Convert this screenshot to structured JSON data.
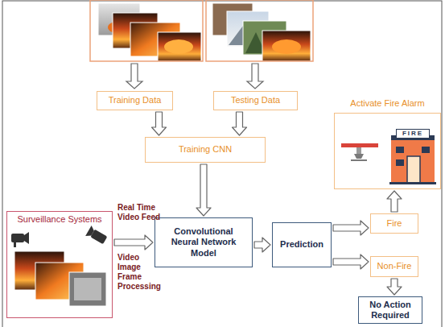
{
  "diagram": {
    "nodes": [
      {
        "text": [
          "Training Data"
        ]
      },
      {
        "text": [
          "Testing Data"
        ]
      },
      {
        "text": [
          "Training CNN"
        ]
      },
      {
        "text": [
          "Surveillance Systems"
        ]
      },
      {
        "text": [
          "Convolutional Neural Network Model"
        ]
      },
      {
        "text": [
          "Prediction"
        ]
      },
      {
        "text": [
          "Activate Fire Alarm"
        ]
      },
      {
        "text": [
          "Fire"
        ]
      },
      {
        "text": [
          "Non-Fire"
        ]
      },
      {
        "text": [
          "No Action Required"
        ]
      }
    ],
    "edges": [
      {
        "from": 0,
        "to": 2,
        "arrow": "to"
      },
      {
        "from": 1,
        "to": 2,
        "arrow": "to"
      },
      {
        "from": 2,
        "to": 4,
        "arrow": "to"
      },
      {
        "from": 3,
        "to": 4,
        "arrow": "to"
      },
      {
        "from": 4,
        "to": 5,
        "arrow": "to"
      },
      {
        "from": 5,
        "to": 7,
        "arrow": "to"
      },
      {
        "from": 5,
        "to": 8,
        "arrow": "to"
      },
      {
        "from": 7,
        "to": 6,
        "arrow": "to"
      },
      {
        "from": 8,
        "to": 9,
        "arrow": "to"
      }
    ],
    "labels": [
      "Real Time Video Feed",
      "Video Image Frame Processing",
      "FIRE"
    ]
  }
}
